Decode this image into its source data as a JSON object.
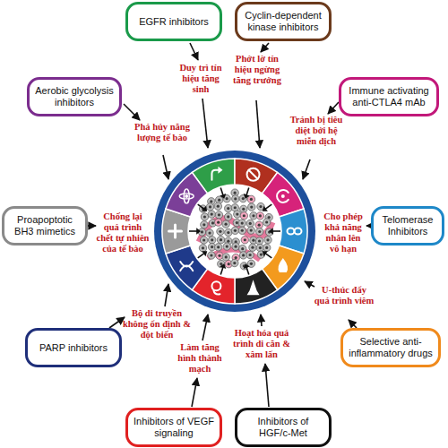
{
  "diagram": {
    "nodes": [
      {
        "text": [
          "EGFR inhibitors"
        ]
      },
      {
        "text": [
          "Cyclin-dependent kinase inhibitors"
        ]
      },
      {
        "text": [
          "Aerobic glycolysis inhibitors"
        ]
      },
      {
        "text": [
          "Immune activating anti-CTLA4 mAb"
        ]
      },
      {
        "text": [
          "Proapoptotic BH3 mimetics"
        ]
      },
      {
        "text": [
          "Telomerase Inhibitors"
        ]
      },
      {
        "text": [
          "PARP inhibitors"
        ]
      },
      {
        "text": [
          "Selective anti-inflammatory drugs"
        ]
      },
      {
        "text": [
          "Inhibitors of VEGF signaling"
        ]
      },
      {
        "text": [
          "Inhibitors of HGF/c-Met"
        ]
      }
    ],
    "labels": [
      "Duy trì tín hiệu tăng sinh",
      "Phớt lờ tín hiệu ngừng tăng trưởng",
      "Phá hủy năng lượng tế bào",
      "Tránh bị tiêu diệt bởi hệ miễn dịch",
      "Chống lại quá trình chết tự nhiên của tế bào",
      "Cho phép khả năng nhân lên vô hạn",
      "U-thúc đẩy quá trình viêm",
      "Bộ di truyền không ổn định & đột biến",
      "Làm tăng hình thành mạch",
      "Hoạt hóa quá trình di căn & xâm lấn"
    ]
  }
}
